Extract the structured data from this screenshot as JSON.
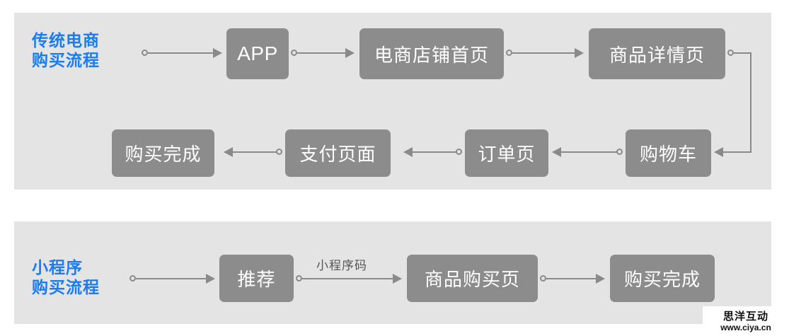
{
  "page": {
    "background": "#ffffff",
    "panel_color": "#e4e4e4",
    "node_color": "#8c8c8c",
    "node_text_color": "#ffffff",
    "connector_color": "#8a8a8a",
    "title_color": "#1a7cf0"
  },
  "traditional": {
    "title_line1": "传统电商",
    "title_line2": "购买流程",
    "nodes": [
      {
        "label": "APP"
      },
      {
        "label": "电商店铺首页"
      },
      {
        "label": "商品详情页"
      },
      {
        "label": "购物车"
      },
      {
        "label": "订单页"
      },
      {
        "label": "支付页面"
      },
      {
        "label": "购买完成"
      }
    ]
  },
  "mini": {
    "title_line1": "小程序",
    "title_line2": "购买流程",
    "edge_label": "小程序码",
    "nodes": [
      {
        "label": "推荐"
      },
      {
        "label": "商品购买页"
      },
      {
        "label": "购买完成"
      }
    ]
  },
  "watermark": {
    "name": "思洋互动",
    "url": "www.ciya.cn"
  }
}
